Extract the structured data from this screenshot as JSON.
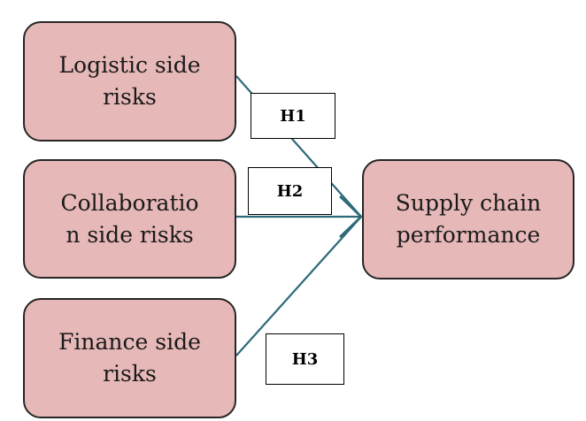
{
  "colors": {
    "node_fill": "#e6b8b7",
    "node_border": "#262626",
    "arrow": "#2e6a78",
    "label_border": "#000000"
  },
  "nodes": {
    "logistic": "Logistic side risks",
    "collaboration": "Collaboration side risks",
    "finance": "Finance side risks",
    "supply_chain": "Supply chain performance"
  },
  "node_lines": {
    "logistic": [
      "Logistic side",
      "risks"
    ],
    "collaboration": [
      "Collaboratio",
      "n side risks"
    ],
    "finance": [
      "Finance side",
      "risks"
    ],
    "supply_chain": [
      "Supply chain",
      "performance"
    ]
  },
  "hypotheses": {
    "h1": "H1",
    "h2": "H2",
    "h3": "H3"
  },
  "edges": [
    {
      "from": "logistic",
      "to": "supply_chain",
      "label": "H1"
    },
    {
      "from": "collaboration",
      "to": "supply_chain",
      "label": "H2"
    },
    {
      "from": "finance",
      "to": "supply_chain",
      "label": "H3"
    }
  ]
}
